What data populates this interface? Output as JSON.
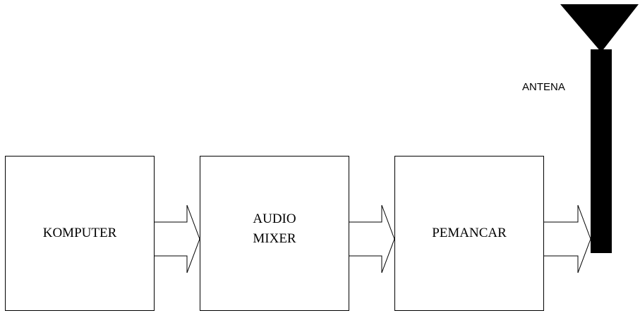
{
  "diagram": {
    "blocks": [
      {
        "id": "komputer",
        "label": "KOMPUTER"
      },
      {
        "id": "audio-mixer",
        "label": "AUDIO\nMIXER"
      },
      {
        "id": "pemancar",
        "label": "PEMANCAR"
      }
    ],
    "connections": [
      {
        "from": "komputer",
        "to": "audio-mixer",
        "style": "wide-arrow"
      },
      {
        "from": "audio-mixer",
        "to": "pemancar",
        "style": "wide-arrow"
      },
      {
        "from": "pemancar",
        "to": "antena",
        "style": "wide-arrow"
      }
    ],
    "antenna": {
      "label": "ANTENA",
      "color": "#000000"
    },
    "colors": {
      "stroke": "#000000",
      "background": "#ffffff"
    }
  }
}
